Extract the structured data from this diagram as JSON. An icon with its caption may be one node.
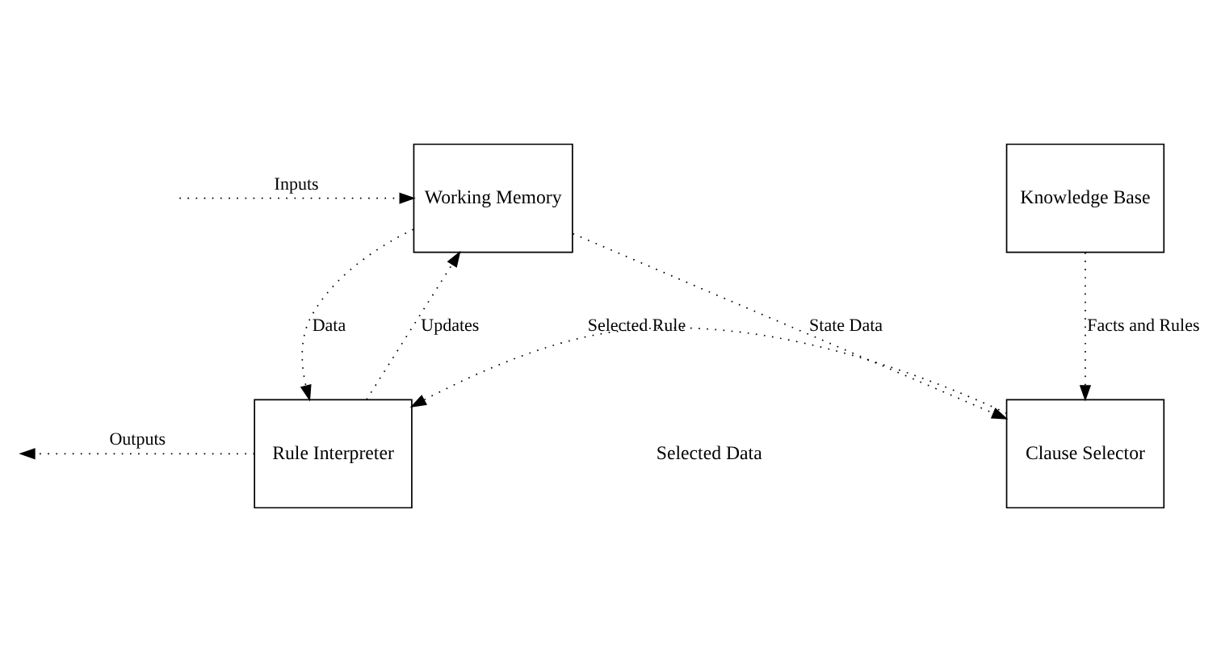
{
  "diagram": {
    "nodes": [
      {
        "text": [
          "Working Memory"
        ]
      },
      {
        "text": [
          "Knowledge Base"
        ]
      },
      {
        "text": [
          "Rule Interpreter"
        ]
      },
      {
        "text": [
          "Clause Selector"
        ]
      }
    ],
    "edges": [
      {
        "from": null,
        "to": 0,
        "arrow": "to",
        "label": "Inputs"
      },
      {
        "from": 0,
        "to": 2,
        "arrow": "to",
        "label": "Data"
      },
      {
        "from": 2,
        "to": 0,
        "arrow": "to",
        "label": "Updates"
      },
      {
        "from": 0,
        "to": 3,
        "arrow": "to",
        "label": "State Data"
      },
      {
        "from": 1,
        "to": 3,
        "arrow": "to",
        "label": "Facts and Rules"
      },
      {
        "from": 3,
        "to": 2,
        "arrow": "to",
        "label": "Selected Rule"
      },
      {
        "from": 2,
        "to": null,
        "arrow": "to",
        "label": "Outputs"
      }
    ],
    "labels": [
      "Selected Data"
    ]
  }
}
